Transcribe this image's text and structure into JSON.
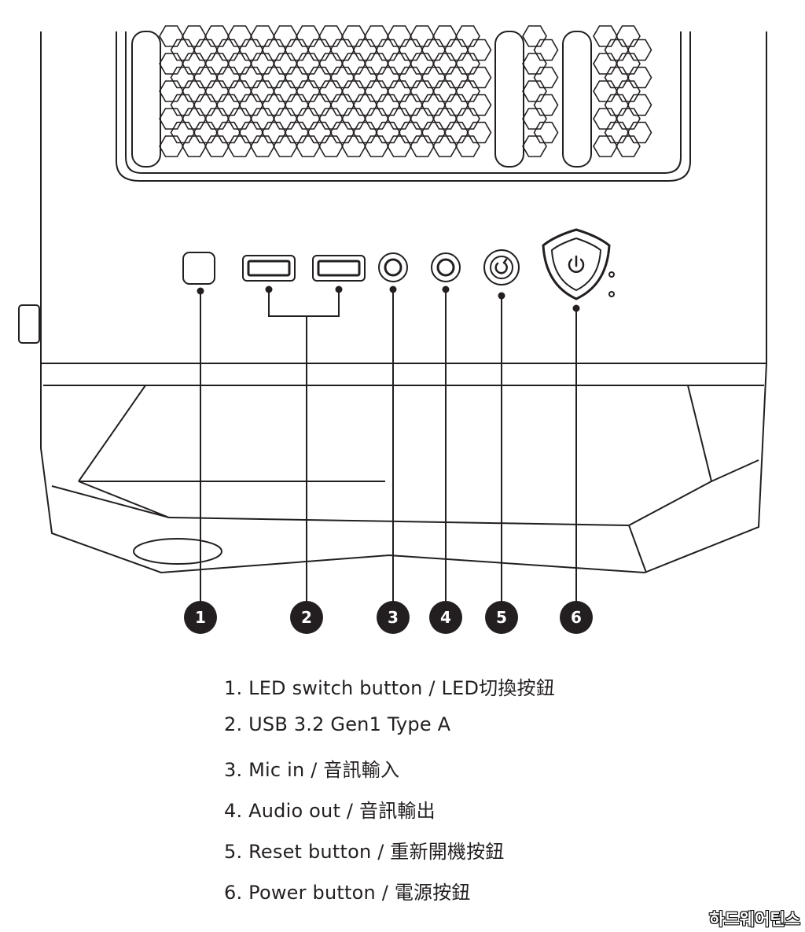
{
  "legend": {
    "items": [
      "1. LED switch button / LED切換按鈕",
      "2. USB 3.2 Gen1 Type A",
      "3. Mic in / 音訊輸入",
      "4. Audio out / 音訊輸出",
      "5. Reset button / 重新開機按鈕",
      "6. Power button / 電源按鈕"
    ]
  },
  "callouts": [
    "1",
    "2",
    "3",
    "4",
    "5",
    "6"
  ],
  "watermark": "하드웨어틴스",
  "colors": {
    "line": "#231f20",
    "badge": "#231f20",
    "background": "#ffffff"
  }
}
